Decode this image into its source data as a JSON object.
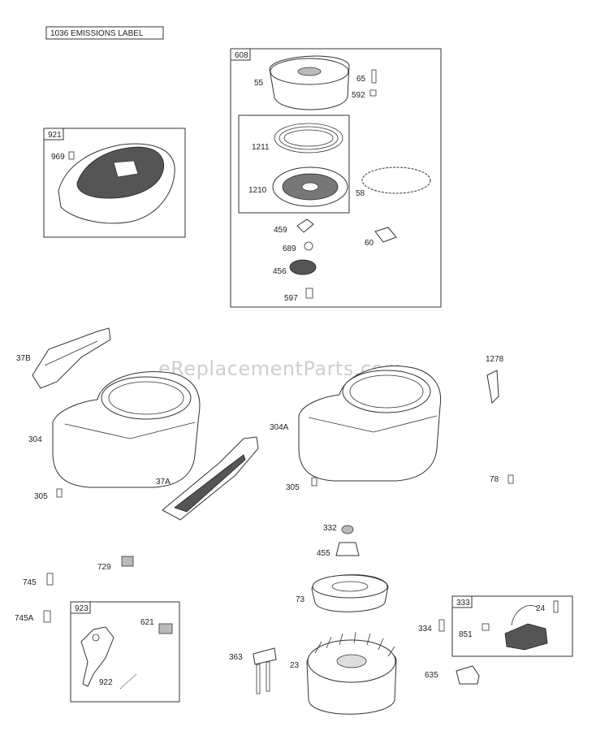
{
  "emissions_label": "1036 EMISSIONS LABEL",
  "watermark": "eReplacementParts.com",
  "boxes": {
    "b921": "921",
    "b608": "608",
    "b923": "923",
    "b333": "333"
  },
  "labels": {
    "l969": "969",
    "l55": "55",
    "l65": "65",
    "l592": "592",
    "l1211": "1211",
    "l1210": "1210",
    "l58": "58",
    "l459": "459",
    "l689": "689",
    "l60": "60",
    "l456": "456",
    "l597": "597",
    "l37B": "37B",
    "l1278": "1278",
    "l304": "304",
    "l304A": "304A",
    "l37A": "37A",
    "l305a": "305",
    "l305b": "305",
    "l78": "78",
    "l332": "332",
    "l455": "455",
    "l729": "729",
    "l745": "745",
    "l73": "73",
    "l745A": "745A",
    "l621": "621",
    "l922": "922",
    "l363": "363",
    "l23": "23",
    "l24": "24",
    "l334": "334",
    "l851": "851",
    "l635": "635"
  }
}
